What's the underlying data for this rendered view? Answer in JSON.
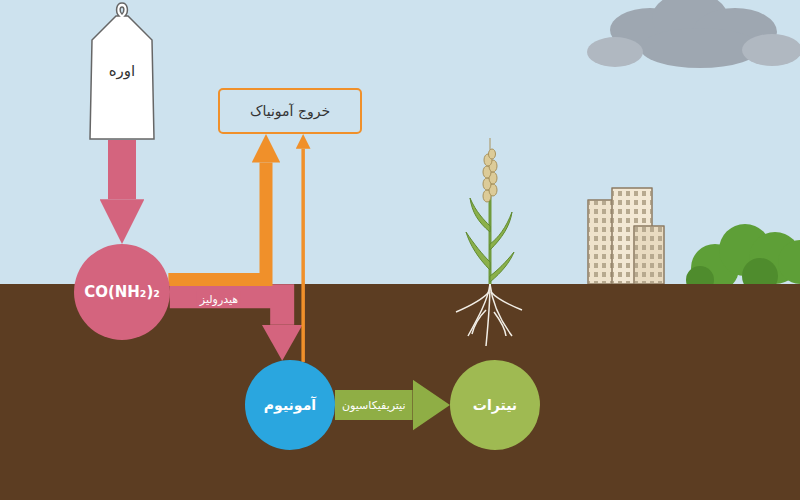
{
  "diagram": {
    "nodes": [
      {
        "text": [
          "اوره"
        ]
      },
      {
        "text": [
          "CO(NH₂)₂"
        ]
      },
      {
        "text": [
          "خروج آمونیاک"
        ]
      },
      {
        "text": [
          "آمونیوم"
        ]
      },
      {
        "text": [
          "نیترات"
        ]
      }
    ],
    "edges": [
      {
        "from": 0,
        "to": 1,
        "arrow": "to"
      },
      {
        "from": 1,
        "to": 3,
        "label": "هیدرولیز",
        "arrow": "to"
      },
      {
        "from": 1,
        "to": 2,
        "arrow": "to"
      },
      {
        "from": 3,
        "to": 2,
        "arrow": "to"
      },
      {
        "from": 3,
        "to": 4,
        "label": "نیتریفیکاسیون",
        "arrow": "to"
      }
    ]
  }
}
